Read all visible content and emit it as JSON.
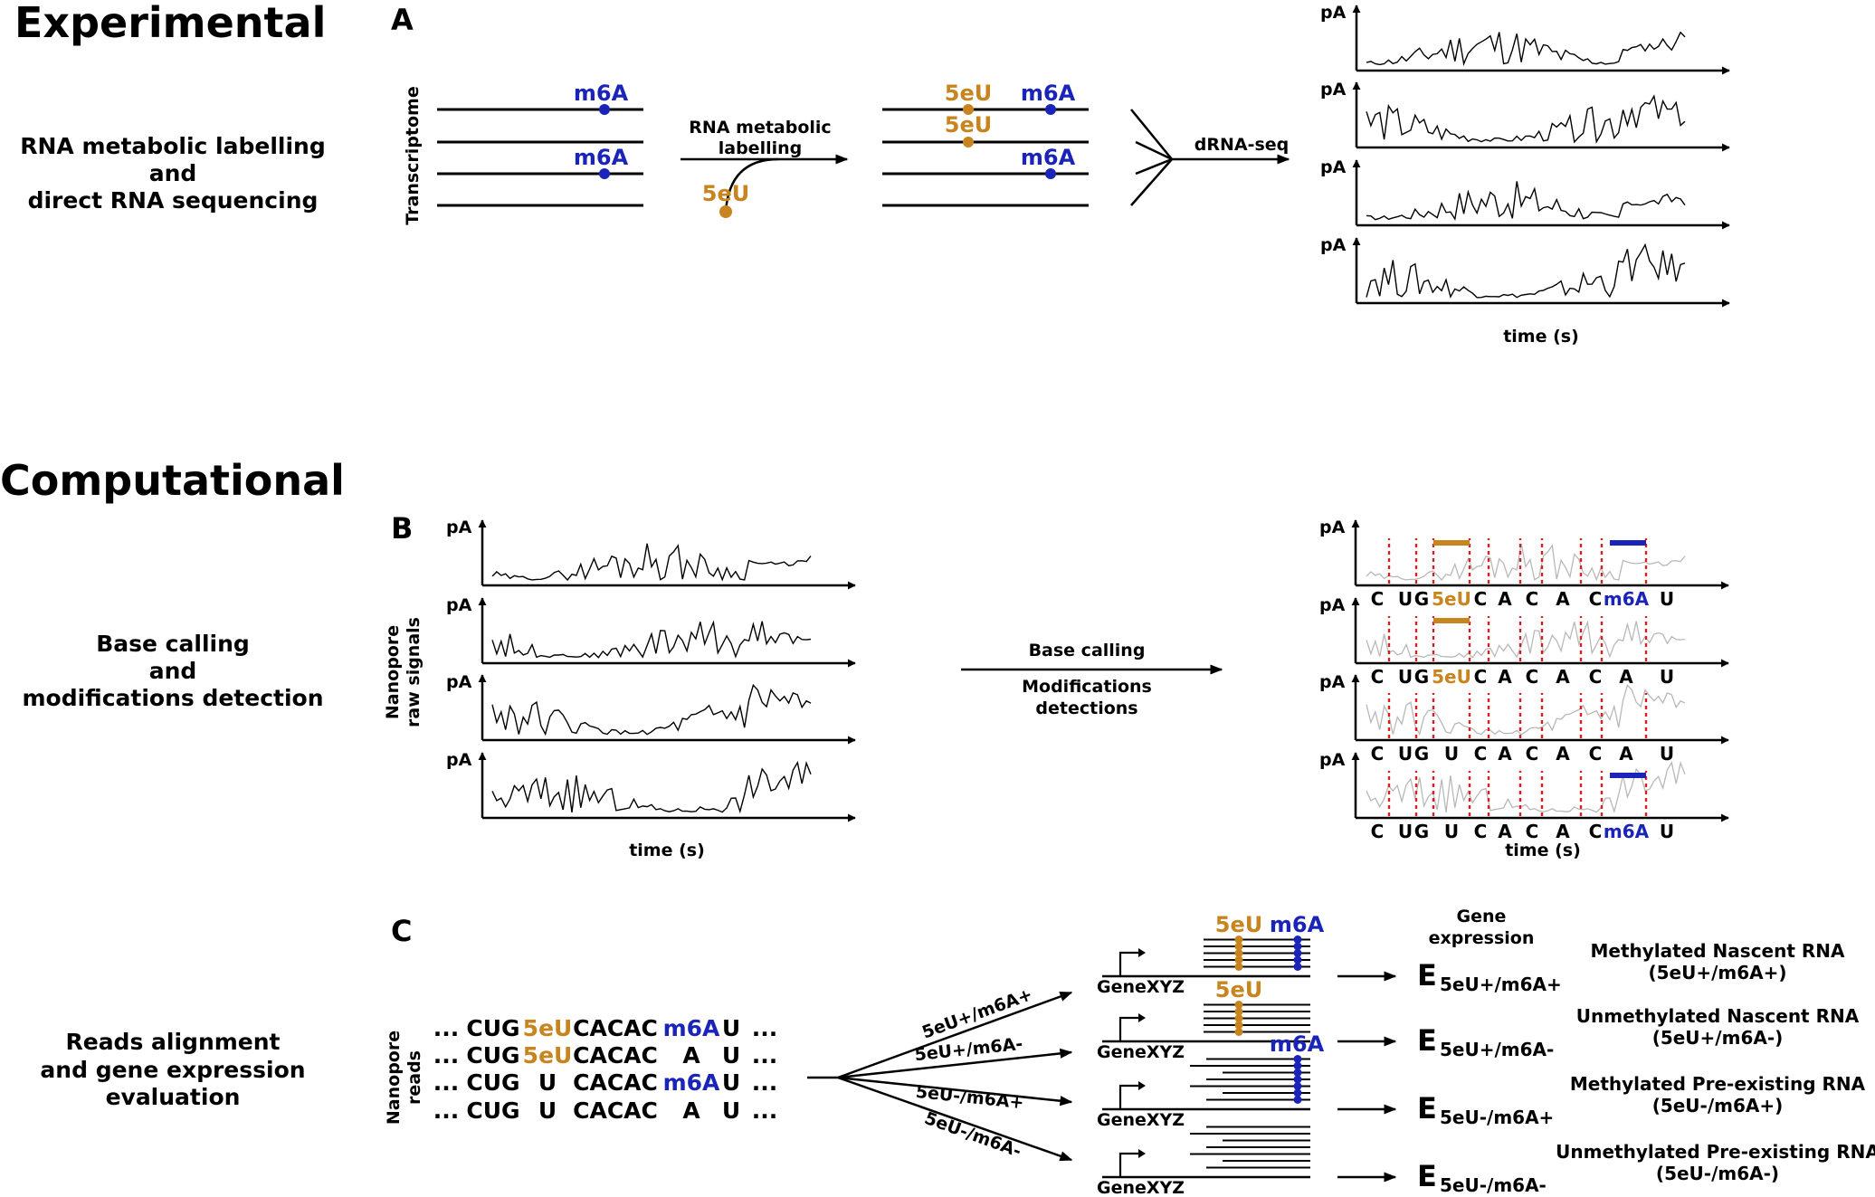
{
  "sections": {
    "experimental": "Experimental",
    "computational": "Computational"
  },
  "panel_a": {
    "letter": "A",
    "description": [
      "RNA metabolic labelling",
      "and",
      "direct RNA sequencing"
    ],
    "transcriptome_label": "Transcriptome",
    "step_label": [
      "RNA metabolic",
      "labelling"
    ],
    "eu_label": "5eU",
    "m6a_label": "m6A",
    "dRNA_label": "dRNA-seq",
    "y_label": "pA",
    "x_label": "time (s)"
  },
  "panel_b": {
    "letter": "B",
    "description": [
      "Base calling",
      "and",
      "modifications detection"
    ],
    "raw_label": [
      "Nanopore",
      "raw signals"
    ],
    "y_label": "pA",
    "x_label": "time (s)",
    "arrow_top": "Base calling",
    "arrow_bottom": [
      "Modifications",
      "detections"
    ],
    "base_rows": [
      [
        "C",
        "U",
        "G",
        "5eU",
        "C",
        "A",
        "C",
        "A",
        "C",
        "m6A",
        "U"
      ],
      [
        "C",
        "U",
        "G",
        "5eU",
        "C",
        "A",
        "C",
        "A",
        "C",
        "A",
        "U"
      ],
      [
        "C",
        "U",
        "G",
        "U",
        "C",
        "A",
        "C",
        "A",
        "C",
        "A",
        "U"
      ],
      [
        "C",
        "U",
        "G",
        "U",
        "C",
        "A",
        "C",
        "A",
        "C",
        "m6A",
        "U"
      ]
    ],
    "mod_bars": [
      [
        "5eU",
        "m6A"
      ],
      [
        "5eU"
      ],
      [],
      [
        "m6A"
      ]
    ]
  },
  "panel_c": {
    "letter": "C",
    "description": [
      "Reads alignment",
      "and gene expression",
      "evaluation"
    ],
    "reads_label": [
      "Nanopore",
      "reads"
    ],
    "reads": [
      [
        "...",
        "CUG",
        "5eU",
        "CACAC",
        "m6A",
        "U",
        "..."
      ],
      [
        "...",
        "CUG",
        "5eU",
        "CACAC",
        "A",
        "U",
        "..."
      ],
      [
        "...",
        "CUG",
        "U",
        "CACAC",
        "m6A",
        "U",
        "..."
      ],
      [
        "...",
        "CUG",
        "U",
        "CACAC",
        "A",
        "U",
        "..."
      ]
    ],
    "branches": [
      "5eU+/m6A+",
      "5eU+/m6A-",
      "5eU-/m6A+",
      "5eU-/m6A-"
    ],
    "gene_name": "GeneXYZ",
    "eu_label": "5eU",
    "m6a_label": "m6A",
    "gene_expression_header": [
      "Gene",
      "expression"
    ],
    "expressions": [
      {
        "symbol": "E",
        "sub": "5eU+/m6A+",
        "class": [
          "Methylated Nascent RNA",
          "(5eU+/m6A+)"
        ]
      },
      {
        "symbol": "E",
        "sub": "5eU+/m6A-",
        "class": [
          "Unmethylated Nascent RNA",
          "(5eU+/m6A-)"
        ]
      },
      {
        "symbol": "E",
        "sub": "5eU-/m6A+",
        "class": [
          "Methylated Pre-existing RNA",
          "(5eU-/m6A+)"
        ]
      },
      {
        "symbol": "E",
        "sub": "5eU-/m6A-",
        "class": [
          "Unmethylated Pre-existing RNA",
          "(5eU-/m6A-)"
        ]
      }
    ]
  },
  "colors": {
    "eu": "#c8841e",
    "m6a": "#1a24b8",
    "boundary": "#d42020",
    "faded_signal": "#b8b8b8"
  }
}
